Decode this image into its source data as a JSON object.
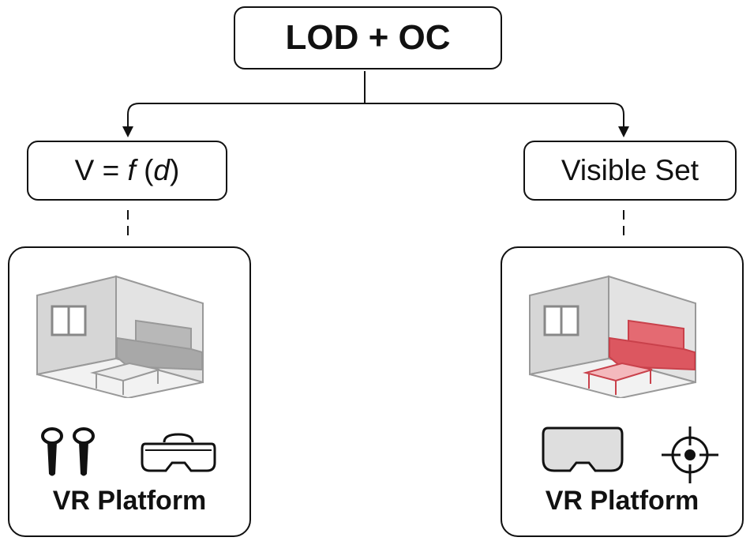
{
  "root": {
    "label": "LOD + OC"
  },
  "left_branch": {
    "formula": {
      "lhs": "V = ",
      "func": "f",
      "open": " (",
      "arg": "d",
      "close": ")"
    },
    "panel": {
      "label": "VR Platform",
      "room_style": "gray",
      "icons": [
        "vr-controllers-icon",
        "vr-headset-outline-icon"
      ]
    }
  },
  "right_branch": {
    "label": "Visible Set",
    "panel": {
      "label": "VR Platform",
      "room_style": "highlighted",
      "icons": [
        "vr-headset-filled-icon",
        "crosshair-target-icon"
      ]
    }
  },
  "colors": {
    "line": "#111111",
    "room_gray": "#d9d9d9",
    "room_light": "#ececec",
    "sofa_gray": "#b5b5b5",
    "highlight": "#e05a63",
    "highlight_light": "#f1a9ae"
  }
}
